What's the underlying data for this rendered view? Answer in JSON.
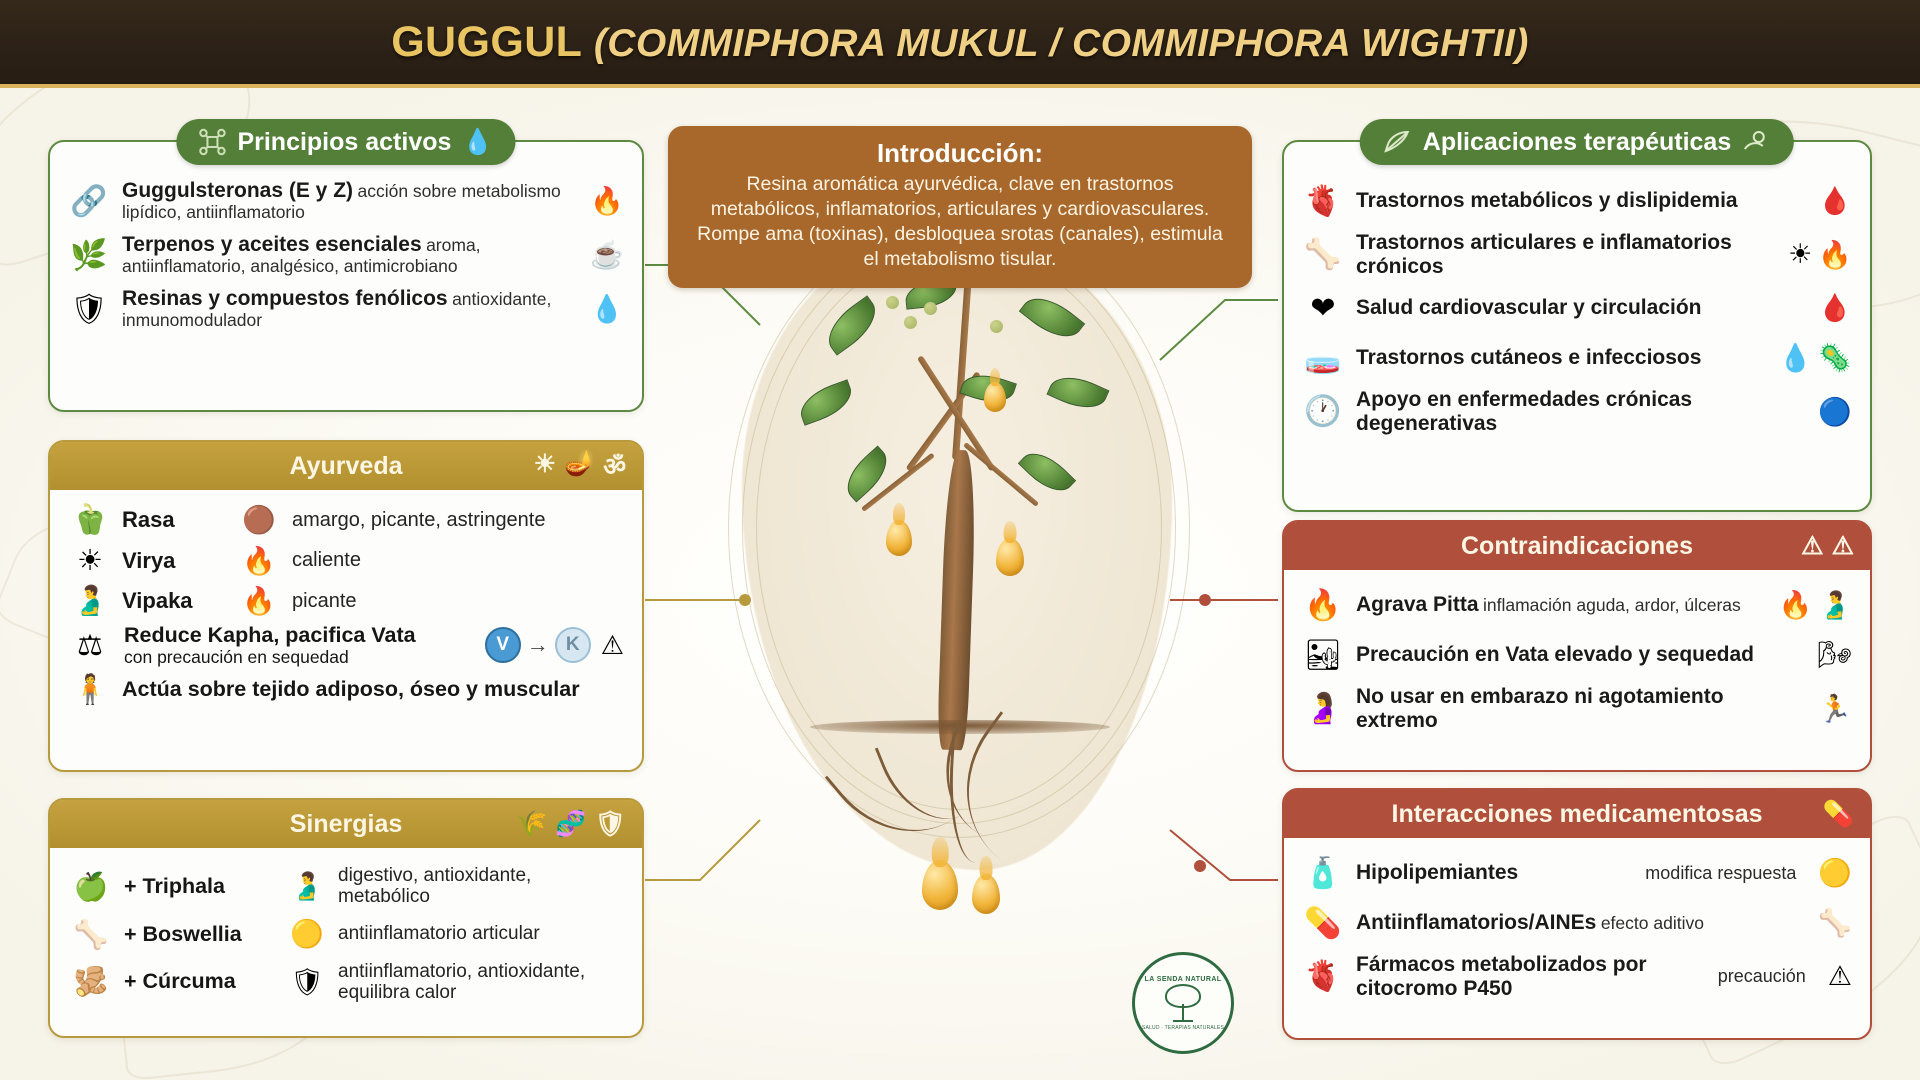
{
  "header": {
    "title_main": "GUGGUL ",
    "title_sci": "(COMMIPHORA MUKUL / COMMIPHORA WIGHTII)"
  },
  "intro": {
    "title": "Introducción:",
    "text": "Resina aromática ayurvédica, clave en trastornos metabólicos, inflamatorios, articulares y cardiovasculares. Rompe ama (toxinas), desbloquea srotas (canales), estimula el metabolismo tisular."
  },
  "principios": {
    "title": "Principios activos",
    "chip_icon_left": "molecule-icon",
    "chip_icon_right": "💧",
    "items": [
      {
        "icon": "🔗",
        "title": "Guggulsteronas (E y Z)",
        "sub": "acción sobre metabolismo lipídico, antiinflamatorio",
        "right": [
          "🔥"
        ]
      },
      {
        "icon": "🌿",
        "title": "Terpenos y aceites esenciales",
        "sub": "aroma, antiinflamatorio, analgésico, antimicrobiano",
        "right": [
          "☕"
        ]
      },
      {
        "icon": "🛡",
        "title": "Resinas y compuestos fenólicos",
        "sub": "antioxidante, inmunomodulador",
        "right": [
          "💧"
        ]
      }
    ]
  },
  "ayurveda": {
    "title": "Ayurveda",
    "bar_icons": [
      "☀",
      "🪔",
      "ॐ"
    ],
    "rows": [
      {
        "icon": "🫑",
        "label": "Rasa",
        "mid": "🟤",
        "value": "amargo, picante, astringente"
      },
      {
        "icon": "☀",
        "label": "Virya",
        "mid": "🔥",
        "value": "caliente"
      },
      {
        "icon": "🫃",
        "label": "Vipaka",
        "mid": "🔥",
        "value": "picante"
      }
    ],
    "kapha": {
      "icon": "⚖",
      "title": "Reduce Kapha, pacifica Vata",
      "sub": "con precaución en sequedad",
      "pill_from": "V",
      "pill_to": "K",
      "warn": "⚠"
    },
    "tejido": {
      "icon": "🧍",
      "text": "Actúa sobre tejido adiposo, óseo y muscular"
    }
  },
  "sinergias": {
    "title": "Sinergias",
    "bar_icons": [
      "🌾",
      "🧬",
      "🛡"
    ],
    "items": [
      {
        "icon": "🍏",
        "name": "+ Triphala",
        "icon2": "🫃",
        "desc": "digestivo, antioxidante, metabólico"
      },
      {
        "icon": "🦴",
        "name": "+ Boswellia",
        "icon2": "🟡",
        "desc": "antiinflamatorio articular"
      },
      {
        "icon": "🫚",
        "name": "+ Cúrcuma",
        "icon2": "🛡",
        "desc": "antiinflamatorio, antioxidante, equilibra calor"
      }
    ]
  },
  "aplicaciones": {
    "title": "Aplicaciones terapéuticas",
    "chip_icon_left": "leaf-stem-icon",
    "chip_icon_right": "hand-leaf-icon",
    "items": [
      {
        "icon": "🫀",
        "text": "Trastornos metabólicos y dislipidemia",
        "right": [
          "🩸"
        ]
      },
      {
        "icon": "🦴",
        "text": "Trastornos articulares e inflamatorios crónicos",
        "right": [
          "☀",
          "🔥"
        ]
      },
      {
        "icon": "❤",
        "text": "Salud cardiovascular y circulación",
        "right": [
          "🩸"
        ]
      },
      {
        "icon": "🧫",
        "text": "Trastornos cutáneos e infecciosos",
        "right": [
          "💧",
          "🦠"
        ]
      },
      {
        "icon": "🕐",
        "text": "Apoyo en enfermedades crónicas degenerativas",
        "right": [
          "🔵"
        ]
      }
    ]
  },
  "contraindicaciones": {
    "title": "Contraindicaciones",
    "bar_icons": [
      "⚠",
      "⚠"
    ],
    "items": [
      {
        "icon": "🔥",
        "title": "Agrava Pitta",
        "sub": "inflamación aguda, ardor, úlceras",
        "right": [
          "🔥",
          "🫃"
        ]
      },
      {
        "icon": "🏜",
        "title": "Precaución en Vata elevado y sequedad",
        "sub": "",
        "right": [
          "🌬"
        ]
      },
      {
        "icon": "🤰",
        "title": "No usar en embarazo ni agotamiento extremo",
        "sub": "",
        "right": [
          "🏃"
        ]
      }
    ]
  },
  "interacciones": {
    "title": "Interacciones medicamentosas",
    "bar_icons": [
      "💊"
    ],
    "items": [
      {
        "icon": "🧴",
        "title": "Hipolipemiantes",
        "sub": "",
        "note": "modifica respuesta",
        "right": [
          "🟡"
        ]
      },
      {
        "icon": "💊",
        "title": "Antiinflamatorios/AINEs",
        "sub": "efecto aditivo",
        "note": "",
        "right": [
          "🦴"
        ]
      },
      {
        "icon": "🫀",
        "title": "Fármacos metabolizados por citocromo P450",
        "sub": "",
        "note": "precaución",
        "right": [
          "⚠"
        ]
      }
    ]
  },
  "logo": {
    "top_text": "LA SENDA NATURAL",
    "bottom_text": "SALUD · TERAPIAS NATURALES"
  },
  "colors": {
    "header_bg": "#2c2116",
    "header_text": "#e9c463",
    "green": "#547f39",
    "gold": "#b89a3e",
    "rust": "#b0503c",
    "intro_bg": "#a8682c"
  }
}
